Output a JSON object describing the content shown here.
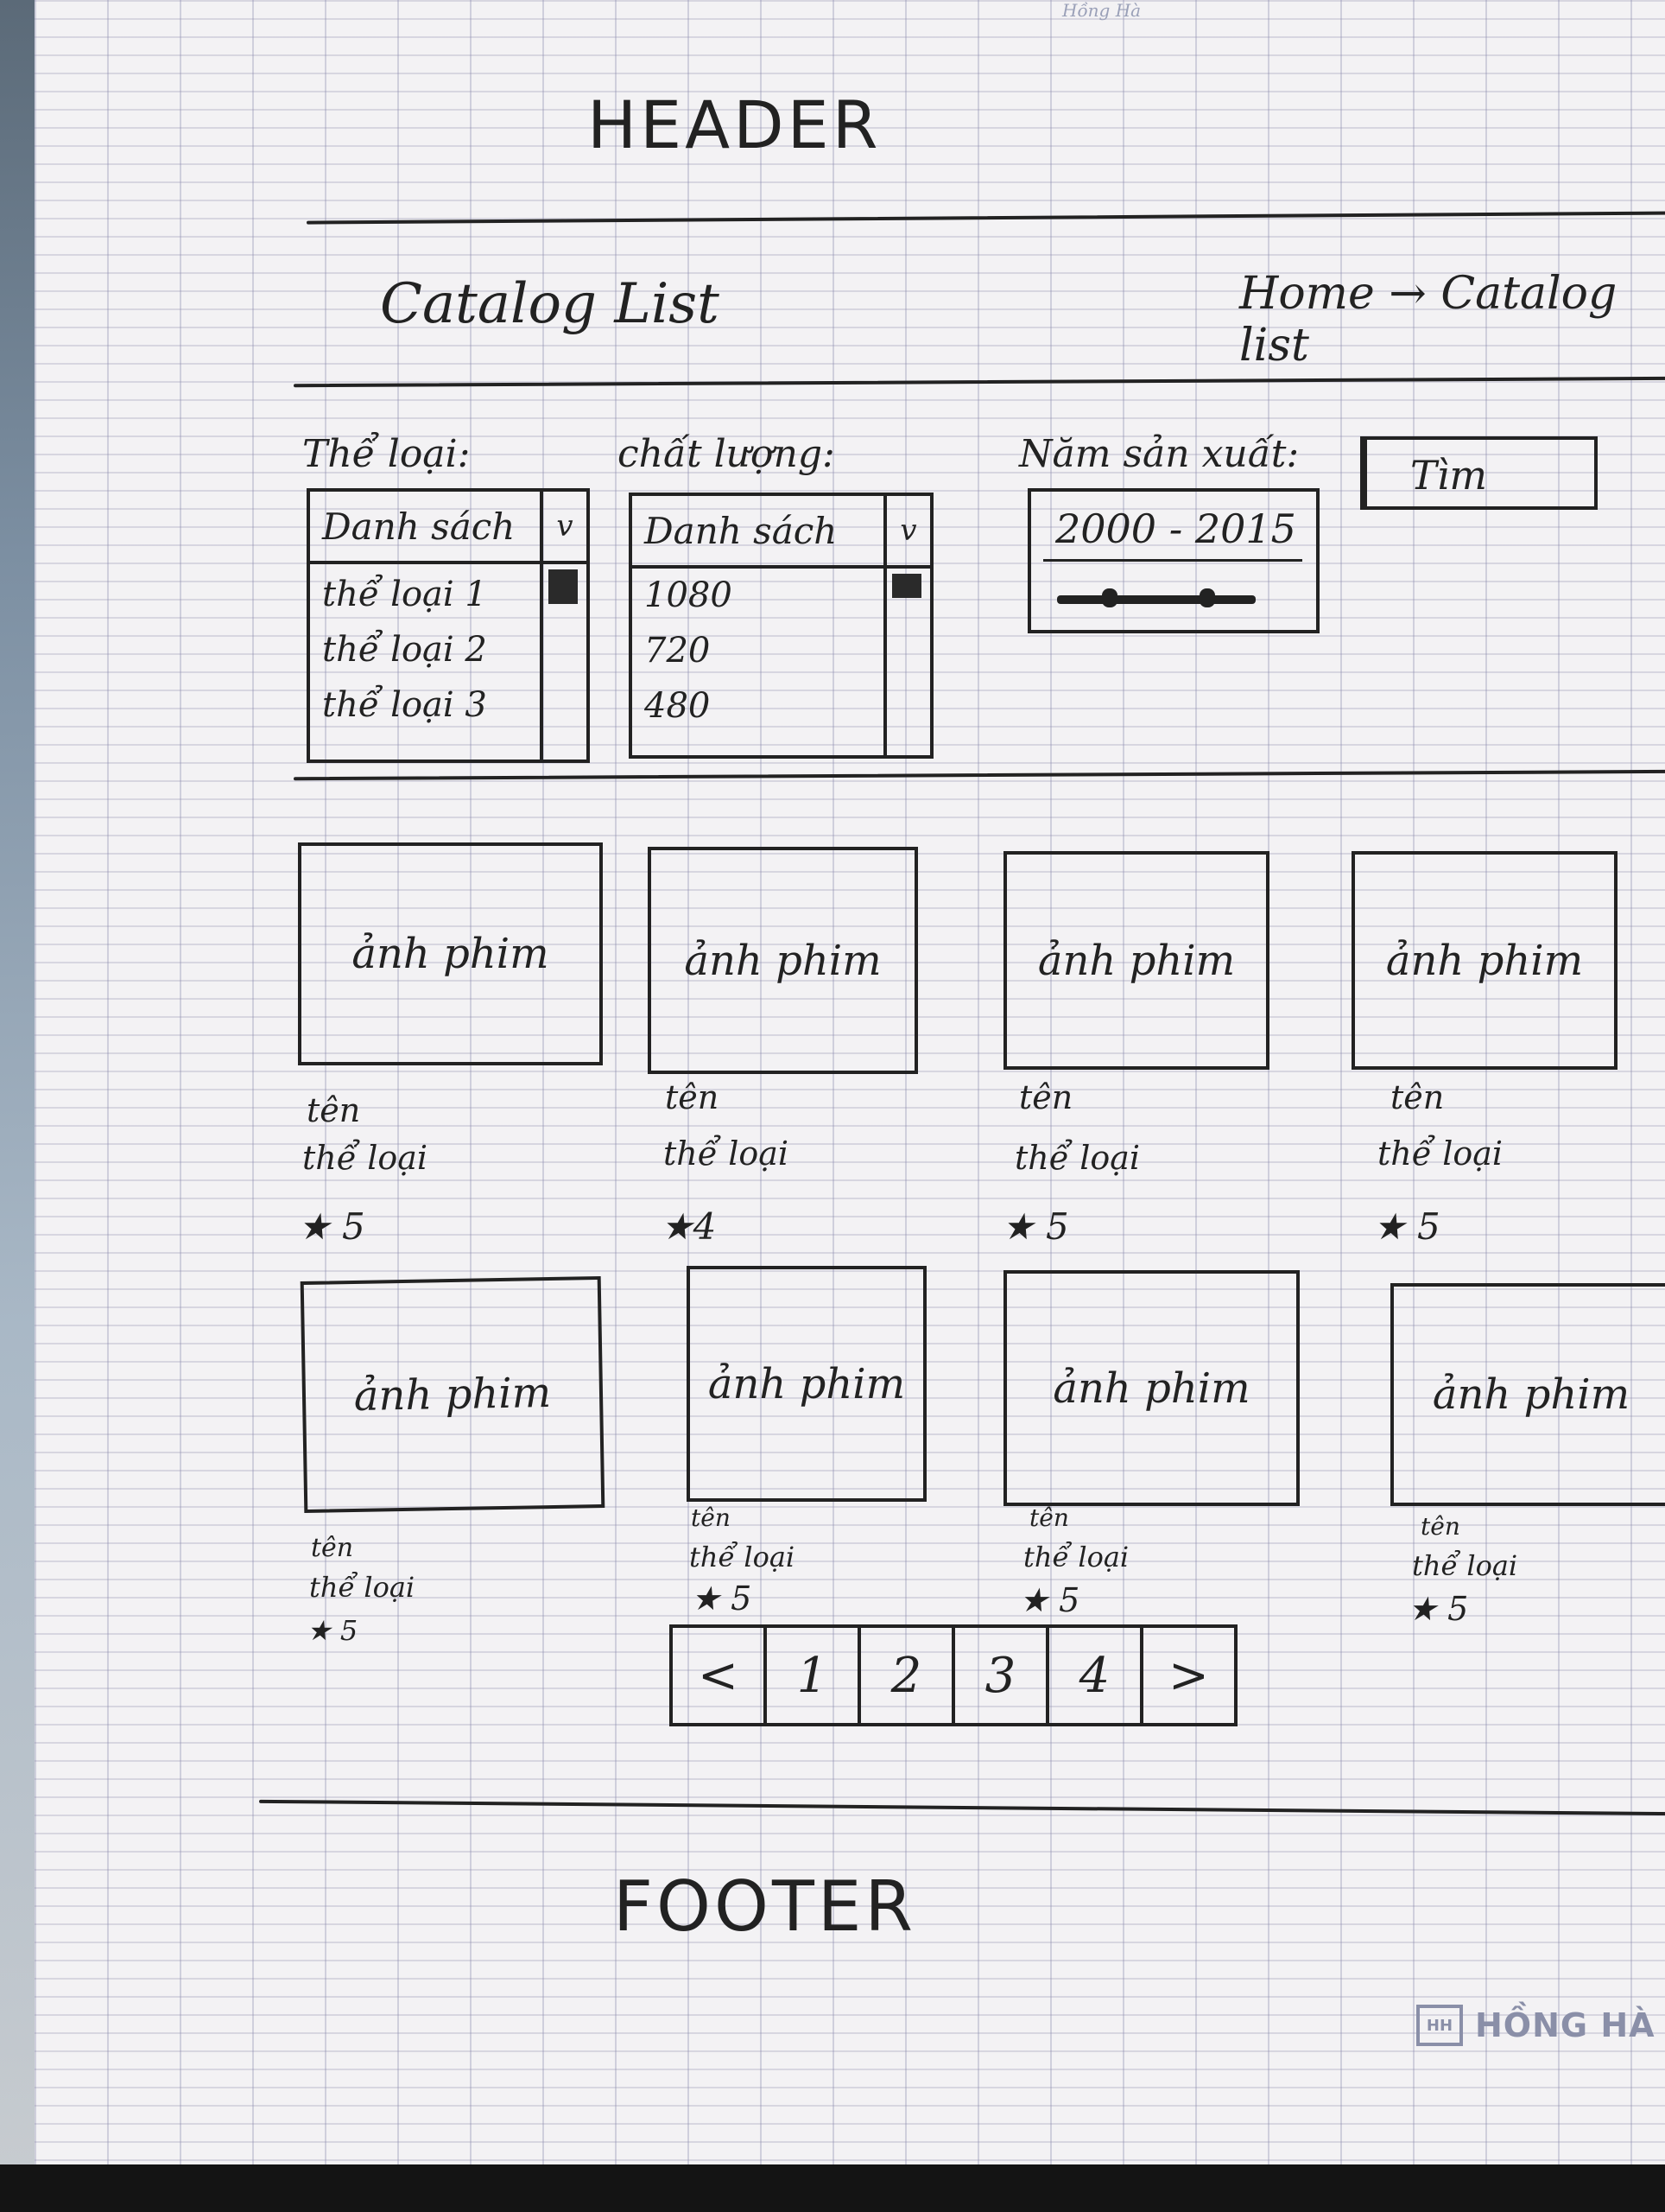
{
  "paper": {
    "top_text": "Hồng Hà"
  },
  "header": {
    "title": "HEADER"
  },
  "page": {
    "title": "Catalog List",
    "breadcrumb": "Home → Catalog list"
  },
  "filters": {
    "genre": {
      "label": "Thể loại:",
      "selected": "Danh sách",
      "arrow": "v",
      "options": [
        "thể loại 1",
        "thể loại 2",
        "thể loại 3"
      ]
    },
    "quality": {
      "label": "chất lượng:",
      "selected": "Danh sách",
      "arrow": "v",
      "options": [
        "1080",
        "720",
        "480"
      ]
    },
    "year": {
      "label": "Năm sản xuất:",
      "range": "2000 - 2015"
    },
    "search_button": "Tìm"
  },
  "movies": [
    {
      "image": "ảnh phim",
      "name": "tên",
      "genre": "thể loại",
      "rating": "★ 5"
    },
    {
      "image": "ảnh phim",
      "name": "tên",
      "genre": "thể loại",
      "rating": "★4"
    },
    {
      "image": "ảnh phim",
      "name": "tên",
      "genre": "thể loại",
      "rating": "★ 5"
    },
    {
      "image": "ảnh phim",
      "name": "tên",
      "genre": "thể loại",
      "rating": "★ 5"
    },
    {
      "image": "ảnh phim",
      "name": "tên",
      "genre": "thể loại",
      "rating": "★ 5"
    },
    {
      "image": "ảnh phim",
      "name": "tên",
      "genre": "thể loại",
      "rating": "★ 5"
    },
    {
      "image": "ảnh phim",
      "name": "tên",
      "genre": "thể loại",
      "rating": "★ 5"
    },
    {
      "image": "ảnh phim",
      "name": "tên",
      "genre": "thể loại",
      "rating": "★ 5"
    }
  ],
  "pagination": [
    "<",
    "1",
    "2",
    "3",
    "4",
    ">"
  ],
  "footer": {
    "title": "FOOTER"
  },
  "brand": {
    "logo": "HH",
    "name": "HỒNG HÀ"
  }
}
